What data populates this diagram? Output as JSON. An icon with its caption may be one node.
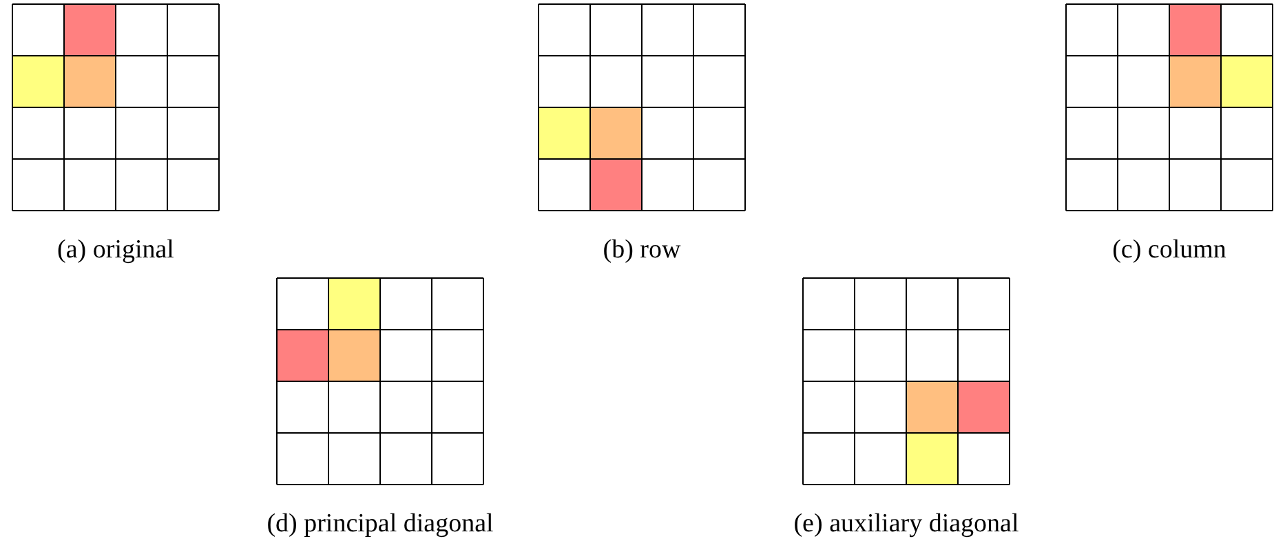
{
  "diagram": {
    "labels": [
      "(a) original",
      "(b) row",
      "(c) column",
      "(d) principal diagonal",
      "(e) auxiliary diagonal"
    ]
  }
}
